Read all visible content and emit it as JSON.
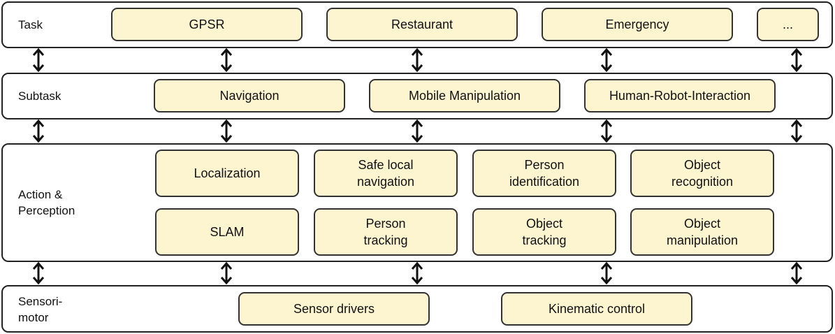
{
  "layers": {
    "task": {
      "label": "Task",
      "items": [
        "GPSR",
        "Restaurant",
        "Emergency",
        "..."
      ]
    },
    "subtask": {
      "label": "Subtask",
      "items": [
        "Navigation",
        "Mobile Manipulation",
        "Human-Robot-Interaction"
      ]
    },
    "action_perception": {
      "label": "Action &\nPerception",
      "row1": [
        "Localization",
        "Safe local\nnavigation",
        "Person\nidentification",
        "Object\nrecognition"
      ],
      "row2": [
        "SLAM",
        "Person\ntracking",
        "Object\ntracking",
        "Object\nmanipulation"
      ]
    },
    "sensorimotor": {
      "label": "Sensori-\nmotor",
      "items": [
        "Sensor drivers",
        "Kinematic control"
      ]
    }
  },
  "connector": "double-headed-arrow"
}
